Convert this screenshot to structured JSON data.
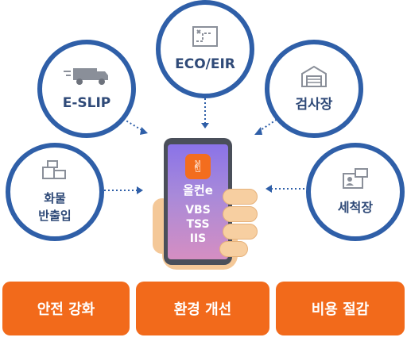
{
  "nodes": {
    "eslip": "E-SLIP",
    "eco_eir": "ECO/EIR",
    "inspection": "검사장",
    "cargo_line1": "화물",
    "cargo_line2": "반출입",
    "washing": "세척장"
  },
  "app": {
    "icon_glyph": "✌",
    "name": "올컨e",
    "services": [
      "VBS",
      "TSS",
      "IIS"
    ]
  },
  "benefits": [
    "안전 강화",
    "환경 개선",
    "비용 절감"
  ],
  "colors": {
    "circle_border": "#2f5fa8",
    "label_text": "#2f4a78",
    "button_bg": "#f26a1b"
  }
}
